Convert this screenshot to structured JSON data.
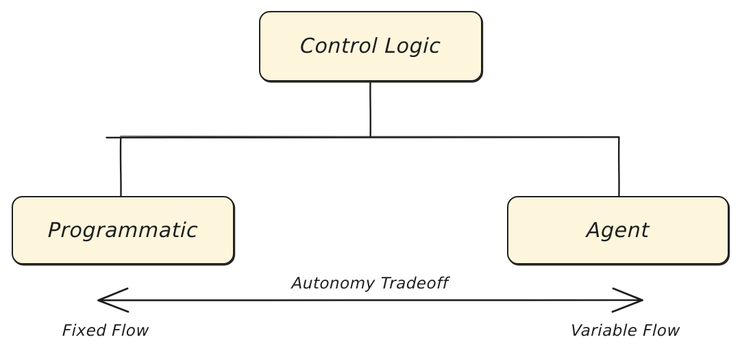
{
  "diagram": {
    "type": "hierarchy-with-spectrum",
    "background_color": "#ffffff",
    "node_fill_color": "#fdf6dc",
    "stroke_color": "#1e1e1e",
    "nodes": [
      {
        "id": "root",
        "label": "Control Logic"
      },
      {
        "id": "left",
        "label": "Programmatic"
      },
      {
        "id": "right",
        "label": "Agent"
      }
    ],
    "edges": [
      {
        "from": "root",
        "to": "left",
        "style": "elbow"
      },
      {
        "from": "root",
        "to": "right",
        "style": "elbow"
      }
    ],
    "spectrum": {
      "caption": "Autonomy Tradeoff",
      "left_label": "Fixed Flow",
      "right_label": "Variable Flow",
      "arrow": "double-headed"
    }
  }
}
